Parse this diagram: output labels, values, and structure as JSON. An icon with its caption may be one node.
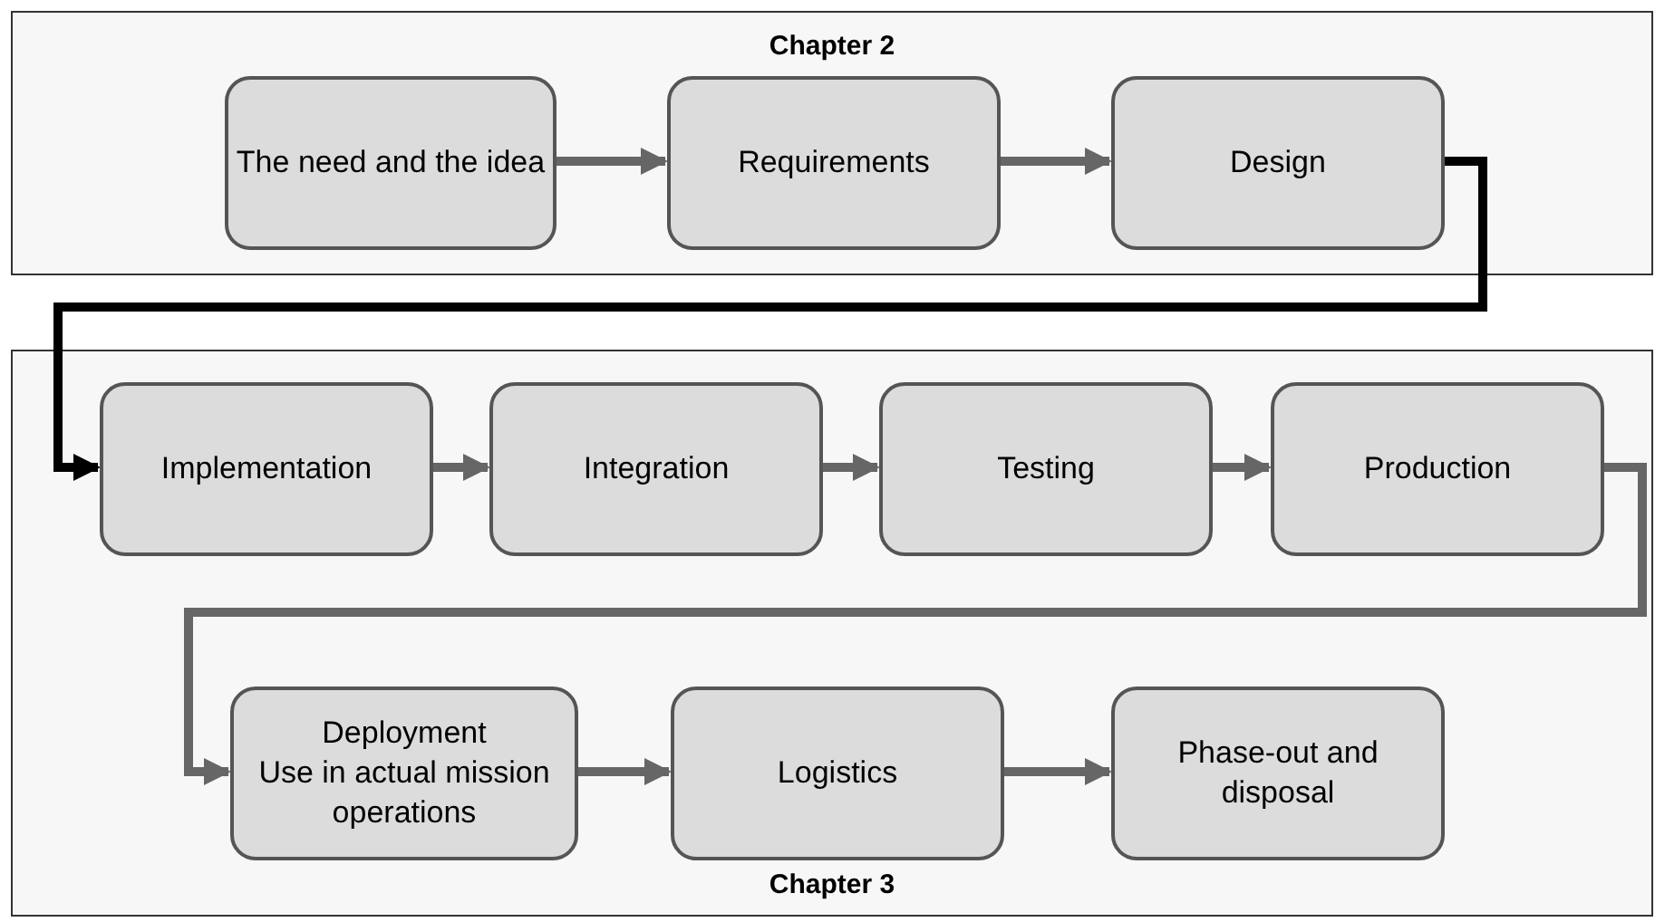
{
  "diagram": {
    "nodes": [
      {
        "text": [
          "Chapter 2"
        ]
      },
      {
        "text": [
          "The need and the idea"
        ],
        "in": 0
      },
      {
        "text": [
          "Requirements"
        ],
        "in": 0
      },
      {
        "text": [
          "Design"
        ],
        "in": 0
      },
      {
        "text": [
          "Chapter 3"
        ]
      },
      {
        "text": [
          "Implementation"
        ],
        "in": 4
      },
      {
        "text": [
          "Integration"
        ],
        "in": 4
      },
      {
        "text": [
          "Testing"
        ],
        "in": 4
      },
      {
        "text": [
          "Production"
        ],
        "in": 4
      },
      {
        "text": [
          "Deployment",
          "Use in actual mission operations"
        ],
        "in": 4
      },
      {
        "text": [
          "Logistics"
        ],
        "in": 4
      },
      {
        "text": [
          "Phase-out and disposal"
        ],
        "in": 4
      }
    ],
    "edges": [
      {
        "from": 1,
        "to": 2,
        "arrow": "to"
      },
      {
        "from": 2,
        "to": 3,
        "arrow": "to"
      },
      {
        "from": 3,
        "to": 5,
        "arrow": "to",
        "color": "#000000"
      },
      {
        "from": 5,
        "to": 6,
        "arrow": "to"
      },
      {
        "from": 6,
        "to": 7,
        "arrow": "to"
      },
      {
        "from": 7,
        "to": 8,
        "arrow": "to"
      },
      {
        "from": 8,
        "to": 9,
        "arrow": "to"
      },
      {
        "from": 9,
        "to": 10,
        "arrow": "to"
      },
      {
        "from": 10,
        "to": 11,
        "arrow": "to"
      }
    ]
  }
}
